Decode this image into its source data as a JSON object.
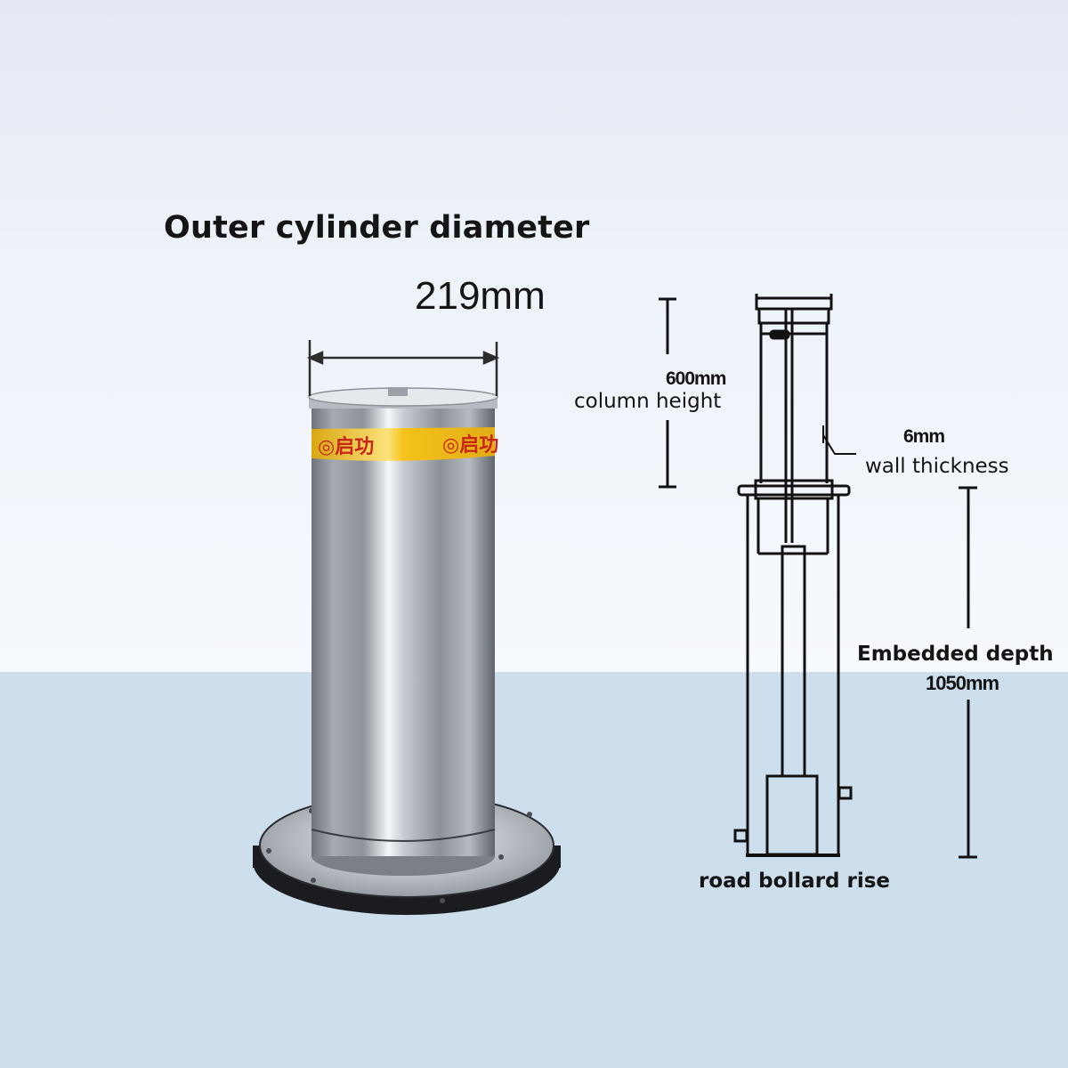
{
  "diagram": {
    "title": "Outer cylinder diameter",
    "diameter": "219mm",
    "column_height": {
      "value": "600mm",
      "label": "column height"
    },
    "wall_thickness": {
      "value": "6mm",
      "label": "wall thickness"
    },
    "embedded_depth": {
      "label": "Embedded depth",
      "value": "1050mm"
    },
    "rise_label": "road bollard rise",
    "brand_band_text": "启功",
    "colors": {
      "band": "#f5c21a",
      "logo": "#c8261b",
      "steel": "#b8bcc2",
      "ground": "#cddeed",
      "sky": "#eef2f9"
    }
  }
}
